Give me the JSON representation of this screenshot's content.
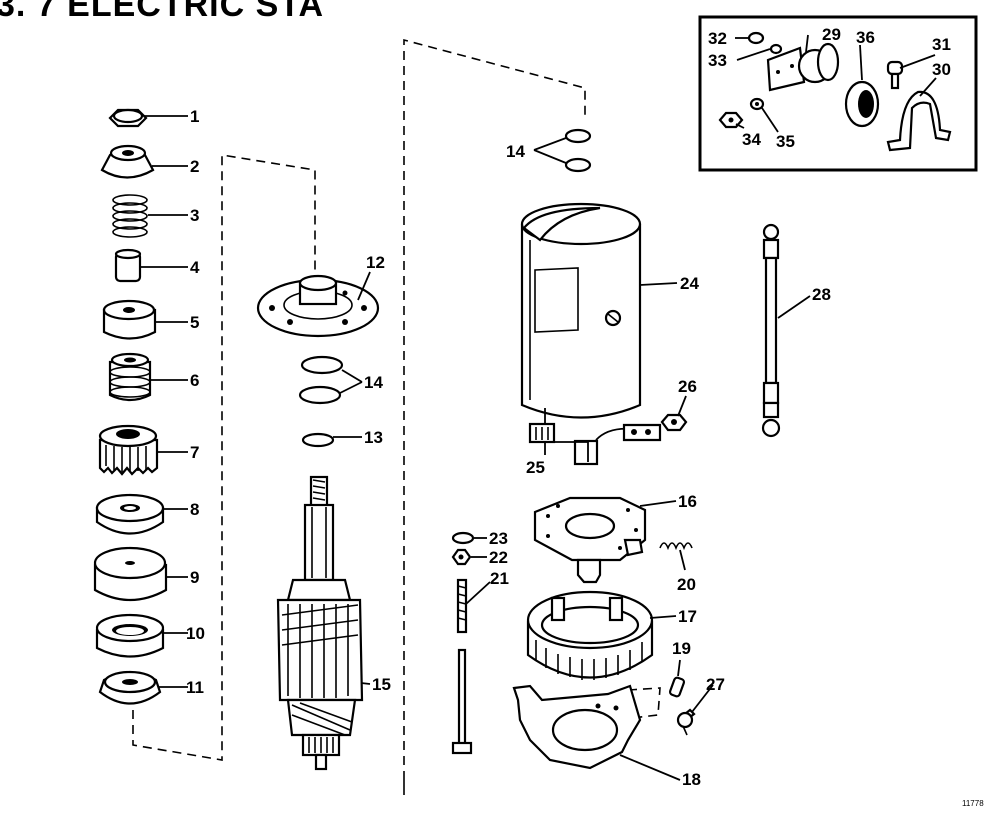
{
  "diagram": {
    "title": "3. 7 ELECTRIC STA",
    "figure_number": "11778",
    "callouts": [
      "1",
      "2",
      "3",
      "4",
      "5",
      "6",
      "7",
      "8",
      "9",
      "10",
      "11",
      "12",
      "13",
      "14",
      "14",
      "15",
      "16",
      "17",
      "18",
      "19",
      "20",
      "21",
      "22",
      "23",
      "24",
      "25",
      "26",
      "27",
      "28",
      "29",
      "30",
      "31",
      "32",
      "33",
      "34",
      "35",
      "36"
    ]
  }
}
